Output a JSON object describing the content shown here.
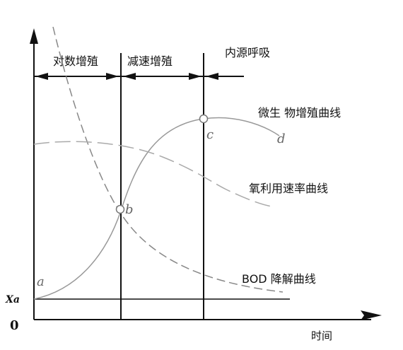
{
  "phases": {
    "log_growth": "对数增殖",
    "decline_growth": "减速增殖",
    "endogenous_respiration": "内源呼吸"
  },
  "curves": {
    "microbe_growth": "微生 物增殖曲线",
    "oxygen_uptake": "氧利用速率曲线",
    "bod_removal": "BOD 降解曲线"
  },
  "points": {
    "a": "a",
    "b": "b",
    "c": "c",
    "d": "d"
  },
  "axes": {
    "x_label": "时间",
    "origin": "0",
    "xa": "Xa"
  }
}
